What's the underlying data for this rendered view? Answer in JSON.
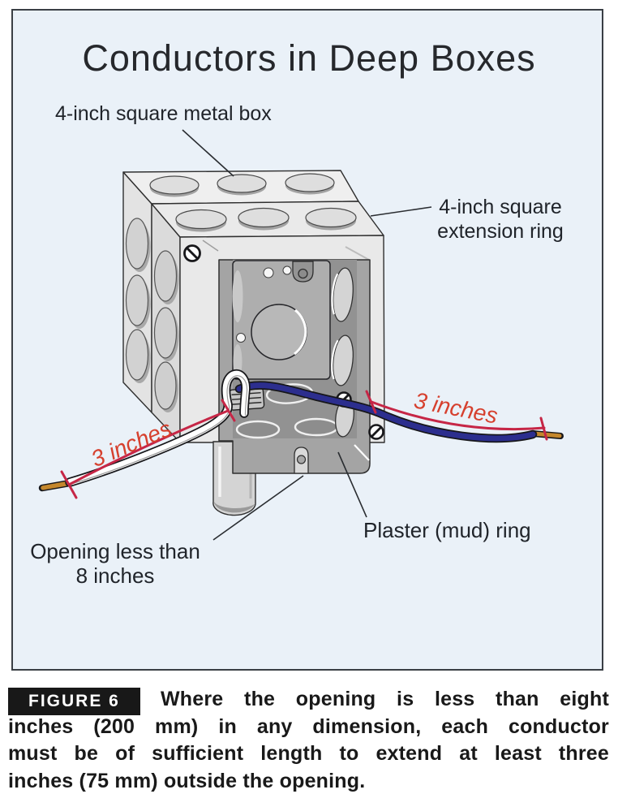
{
  "figure": {
    "title": "Conductors in Deep Boxes",
    "labels": {
      "metal_box": "4-inch square metal box",
      "extension_ring": [
        "4-inch square",
        "extension ring"
      ],
      "dimension_left": "3 inches",
      "dimension_right": "3 inches",
      "opening": [
        "Opening less than",
        "8 inches"
      ],
      "plaster_ring": "Plaster (mud) ring"
    }
  },
  "caption": {
    "badge": "FIGURE 6",
    "lines": [
      "Where the opening is less than eight",
      "inches (200 mm) in any dimension, each conductor",
      "must be of sufficient length to extend at least three",
      "inches (75 mm) outside the opening."
    ],
    "full_text": "Where the opening is less than eight inches (200 mm) in any dimension, each conductor must be of sufficient length to extend at least three inches (75 mm) outside the opening."
  },
  "colors": {
    "panel_bg": "#eaf1f8",
    "dimension_line_red": "#c62646",
    "dimension_text_red": "#d6402e",
    "wire_blue": "#2c2e8e",
    "copper": "#c4872c",
    "ink": "#20242a"
  }
}
